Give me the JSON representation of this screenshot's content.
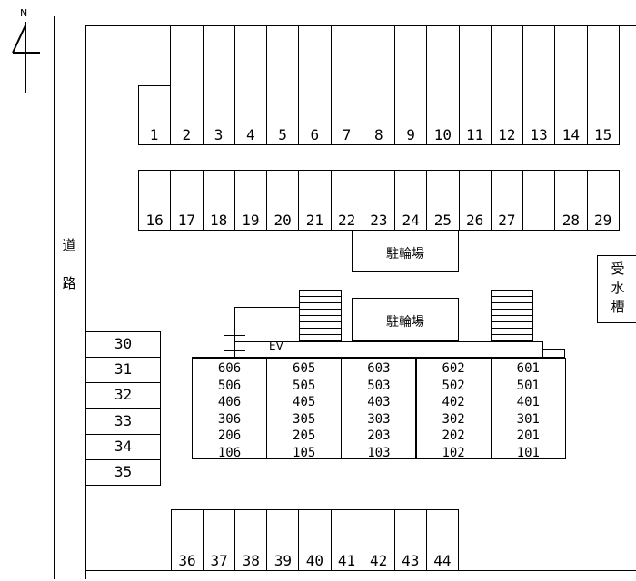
{
  "compass": {
    "label": "N"
  },
  "road": {
    "chars": [
      "道",
      "路"
    ]
  },
  "tank": {
    "chars": [
      "受",
      "水",
      "槽"
    ]
  },
  "bike_parking": {
    "label": "駐輪場"
  },
  "elevator": {
    "label": "EV"
  },
  "parking_row_top": [
    "1",
    "2",
    "3",
    "4",
    "5",
    "6",
    "7",
    "8",
    "9",
    "10",
    "11",
    "12",
    "13",
    "14",
    "15"
  ],
  "parking_row_middle": [
    "16",
    "17",
    "18",
    "19",
    "20",
    "21",
    "22",
    "23",
    "24",
    "25",
    "26",
    "27",
    "",
    "28",
    "29"
  ],
  "parking_left_column": [
    "30",
    "31",
    "32",
    "33",
    "34",
    "35"
  ],
  "parking_row_bottom": [
    "36",
    "37",
    "38",
    "39",
    "40",
    "41",
    "42",
    "43",
    "44"
  ],
  "apartment_units": [
    [
      "606",
      "506",
      "406",
      "306",
      "206",
      "106"
    ],
    [
      "605",
      "505",
      "405",
      "305",
      "205",
      "105"
    ],
    [
      "603",
      "503",
      "403",
      "303",
      "203",
      "103"
    ],
    [
      "602",
      "502",
      "402",
      "302",
      "202",
      "102"
    ],
    [
      "601",
      "501",
      "401",
      "301",
      "201",
      "101"
    ]
  ]
}
